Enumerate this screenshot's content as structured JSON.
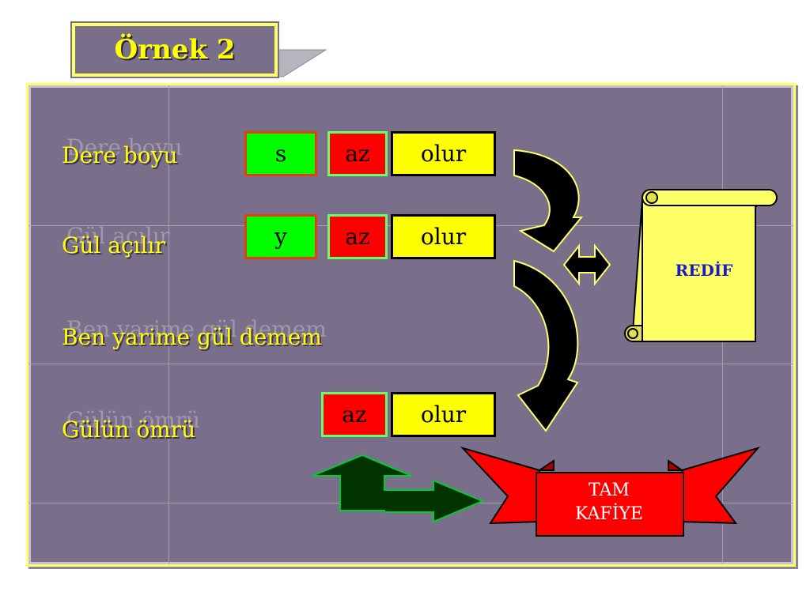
{
  "title": "Örnek 2",
  "verses": [
    {
      "line": "Dere boyu",
      "ghost": "Dere boyu"
    },
    {
      "line": "Gül açılır",
      "ghost": "Gül açılır"
    },
    {
      "line": "Ben yarime gül demem",
      "ghost": "Ben yarime gül demem"
    },
    {
      "line": "Gülün ömrü",
      "ghost": "Gülün ömrü"
    }
  ],
  "rhyme_rows": [
    {
      "letter": "s",
      "rhyme": "az",
      "redif": "olur"
    },
    {
      "letter": "y",
      "rhyme": "az",
      "redif": "olur"
    },
    {
      "rhyme": "az",
      "redif": "olur"
    }
  ],
  "labels": {
    "redif": "REDİF",
    "tam_line1": "TAM",
    "tam_line2": "KAFİYE"
  },
  "colors": {
    "background": "#7a6f8b",
    "verse_text": "#ffff00",
    "letter_box": "#00ff00",
    "rhyme_box": "#ff0000",
    "redif_box": "#ffff00",
    "scroll": "#ffff66",
    "ribbon": "#ff0000"
  }
}
